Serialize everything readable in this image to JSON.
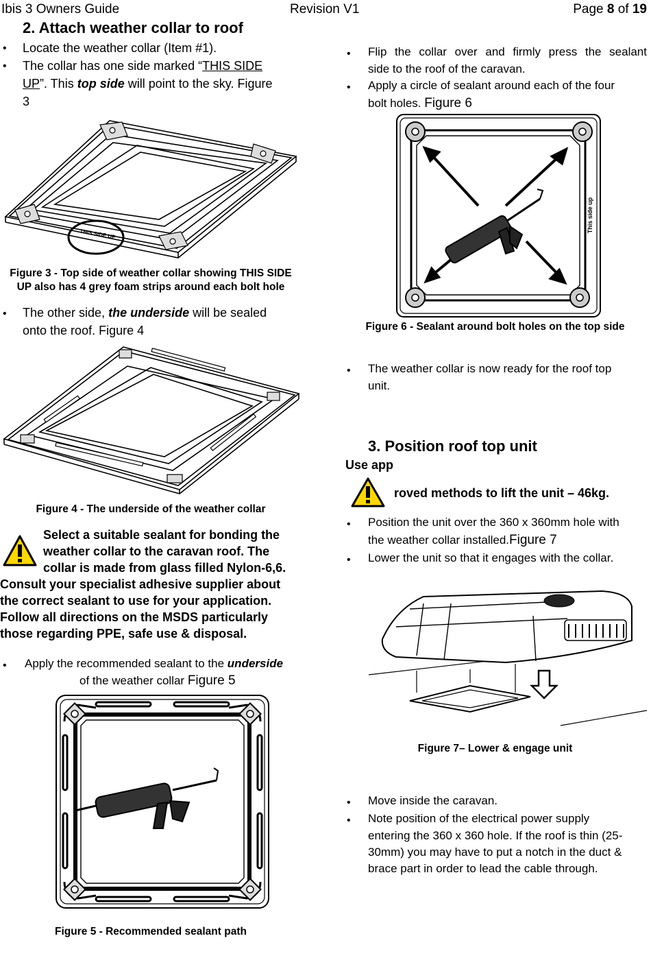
{
  "header": {
    "doc_title": "Ibis 3 Owners Guide",
    "revision": "Revision V1",
    "page_prefix": "Page ",
    "page_num": "8",
    "page_of": " of ",
    "page_total": "19"
  },
  "left": {
    "section_title": "2.  Attach weather collar to roof",
    "b1": "Locate the weather collar (Item #1).",
    "b2_part1": "The collar has one side marked “",
    "b2_underline": "THIS SIDE",
    "b2_underline2": "UP",
    "b2_part2": "”. This ",
    "b2_bold": "top side",
    "b2_part3": " will point to the sky. Figure",
    "b2_part4": "3",
    "fig3_stamp": "THIS SIDE UP",
    "fig3_caption_l1": "Figure 3 - Top side of weather collar showing THIS SIDE",
    "fig3_caption_l2": "UP also has 4 grey foam strips around each bolt hole",
    "b3_part1": "The other side, ",
    "b3_bold": "the underside",
    "b3_part2": " will be sealed",
    "b3_part3": "onto the roof. Figure 4",
    "fig4_caption": "Figure 4 - The underside of the weather collar",
    "warn_l1": "Select a suitable sealant for bonding the",
    "warn_l2": "weather collar to the caravan roof. The",
    "warn_l3": "collar is made from glass filled Nylon-6,6.",
    "warn_l4": "Consult your specialist adhesive supplier about",
    "warn_l5": "the correct sealant to use for your application.",
    "warn_l6": "Follow all directions on the MSDS particularly",
    "warn_l7": "those regarding PPE, safe use & disposal.",
    "b4_part1": "Apply the recommended sealant to the ",
    "b4_bold": "underside",
    "b4_part2": "of the weather collar ",
    "b4_fig": "Figure 5",
    "fig5_caption": "Figure 5  - Recommended sealant path"
  },
  "right": {
    "b1_l1": "Flip the collar over and firmly press the sealant",
    "b1_l2": "side to the roof of the caravan.",
    "b2_l1": "Apply a circle of sealant around each of the four",
    "b2_l2": "bolt holes. ",
    "b2_fig": "Figure 6",
    "fig6_stamp": "This side up",
    "fig6_caption": "Figure 6 - Sealant around bolt holes on the top side",
    "b3_l1": "The weather collar is now ready for the roof top",
    "b3_l2": "unit.",
    "section_title": "3.  Position roof top unit",
    "use_app": "Use app",
    "warn_text": "roved methods to lift the unit – 46kg.",
    "b4_l1": "Position the unit over the 360 x 360mm hole with",
    "b4_l2": "the weather collar installed.",
    "b4_fig": "Figure 7",
    "b5": "Lower the unit so that it engages with the collar.",
    "fig7_caption": "Figure 7– Lower & engage unit",
    "b6": "Move inside the caravan.",
    "b7_l1": "Note position of the electrical power supply",
    "b7_l2": "entering the 360 x 360 hole. If the roof is thin (25-",
    "b7_l3": "30mm) you may have to put a notch in the duct &",
    "b7_l4": "brace part in order to lead the cable through."
  },
  "icons": {
    "bullet": "bullet-dot",
    "warning": "warning-triangle-icon"
  }
}
